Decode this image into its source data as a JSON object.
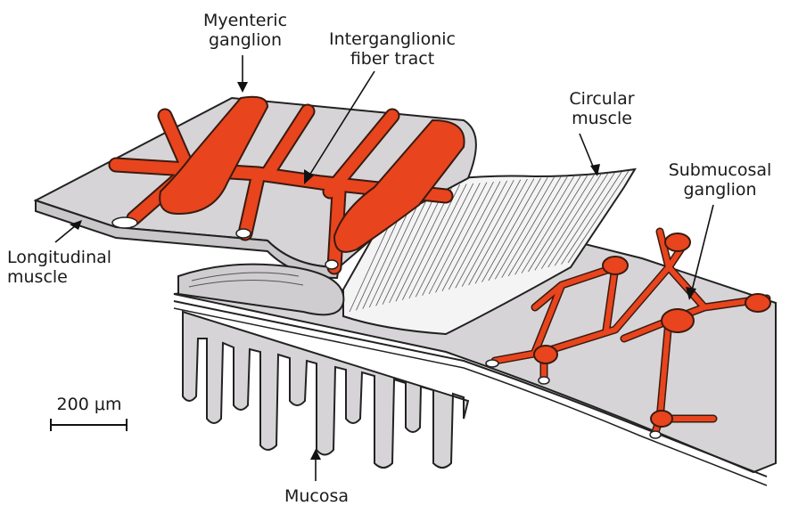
{
  "labels": {
    "myenteric_line1": "Myenteric",
    "myenteric_line2": "ganglion",
    "interganglionic_line1": "Interganglionic",
    "interganglionic_line2": "fiber tract",
    "circular_line1": "Circular",
    "circular_line2": "muscle",
    "submucosal_line1": "Submucosal",
    "submucosal_line2": "ganglion",
    "longitudinal_line1": "Longitudinal",
    "longitudinal_line2": "muscle",
    "mucosa": "Mucosa",
    "scale_bar": "200 μm"
  },
  "colors": {
    "plexus": "#e8441d",
    "tissue": "#d6d4d6",
    "outline": "#222222"
  }
}
